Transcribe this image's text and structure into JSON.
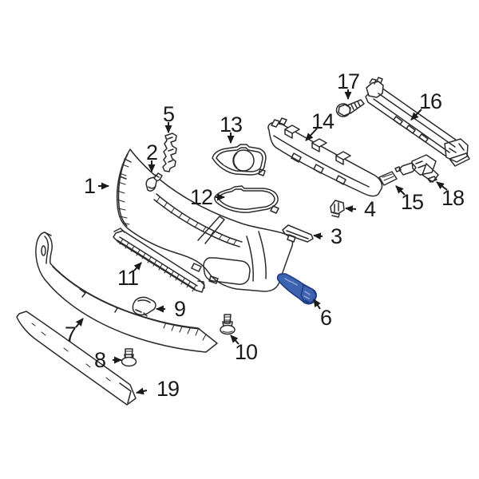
{
  "diagram": {
    "colors": {
      "background": "#ffffff",
      "line": "#2b2b2b",
      "text": "#1a1a1a",
      "highlight_fill": "#3e63ae",
      "highlight_stroke": "#1e3a85",
      "highlight_detail": "#8fa6d9"
    },
    "highlighted_part": "6",
    "callouts": [
      {
        "number": "1"
      },
      {
        "number": "2"
      },
      {
        "number": "3"
      },
      {
        "number": "4"
      },
      {
        "number": "5"
      },
      {
        "number": "6"
      },
      {
        "number": "7"
      },
      {
        "number": "8"
      },
      {
        "number": "9"
      },
      {
        "number": "10"
      },
      {
        "number": "11"
      },
      {
        "number": "12"
      },
      {
        "number": "13"
      },
      {
        "number": "14"
      },
      {
        "number": "15"
      },
      {
        "number": "16"
      },
      {
        "number": "17"
      },
      {
        "number": "18"
      },
      {
        "number": "19"
      }
    ]
  }
}
